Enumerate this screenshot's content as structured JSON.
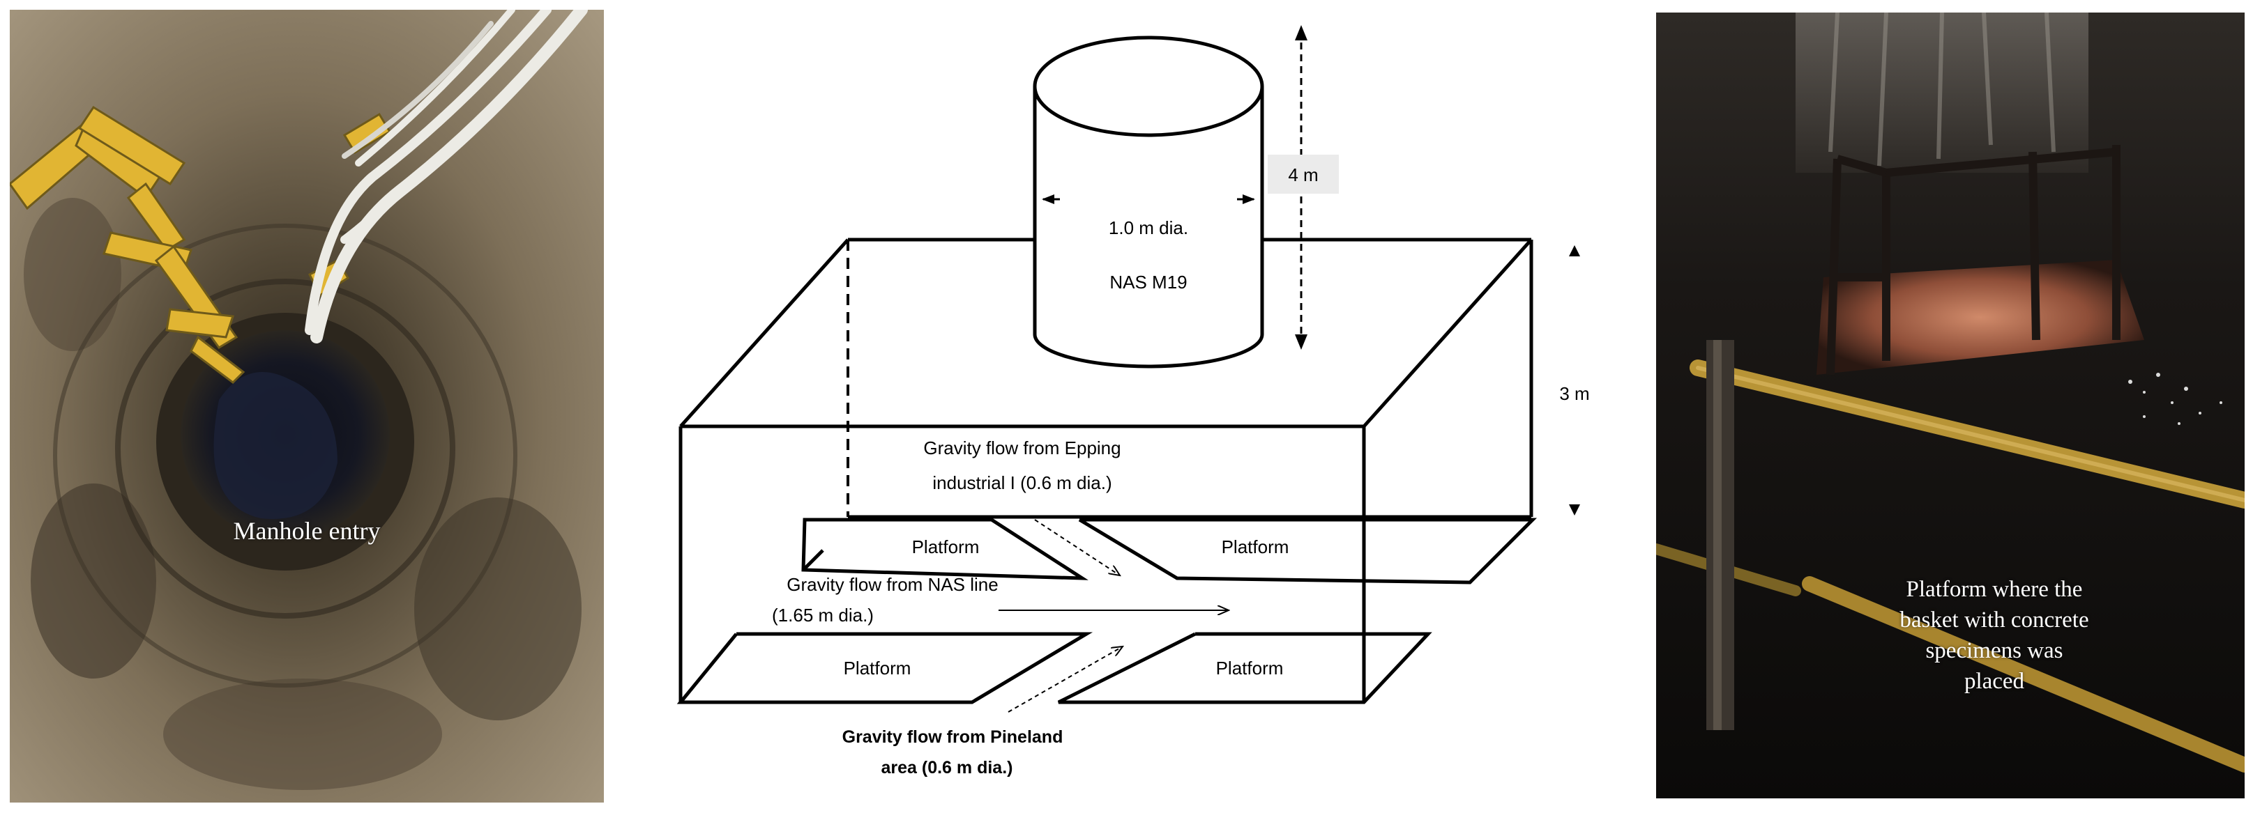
{
  "left_photo": {
    "caption": "Manhole entry",
    "colors": {
      "wall": "#8a7a62",
      "dark_wall": "#3c3428",
      "water": "#101420",
      "ladder": "#e1b533",
      "rope": "#e9e9e4"
    }
  },
  "diagram": {
    "cylinder_diameter_label": "1.0 m dia.",
    "cylinder_name": "NAS M19",
    "cylinder_height_label": "4 m",
    "box_height_label": "3 m",
    "flows": {
      "epping_line1": "Gravity flow from Epping",
      "epping_line2": "industrial I (0.6 m dia.)",
      "nas_line1": "Gravity flow from NAS line",
      "nas_line2": "(1.65 m dia.)",
      "pineland_line1": "Gravity flow from Pineland",
      "pineland_line2": "area (0.6 m dia.)"
    },
    "platforms": {
      "upper_left": "Platform",
      "upper_right": "Platform",
      "lower_left": "Platform",
      "lower_right": "Platform"
    },
    "colors": {
      "stroke": "#000000",
      "label_box": "#ebebeb"
    }
  },
  "right_photo": {
    "caption_lines": [
      "Platform where the",
      "basket with concrete",
      "specimens was",
      "placed"
    ],
    "colors": {
      "background": "#0e0c0b",
      "wall": "#4a4540",
      "platform_glow": "#b06448",
      "pipe": "#b89436"
    }
  }
}
